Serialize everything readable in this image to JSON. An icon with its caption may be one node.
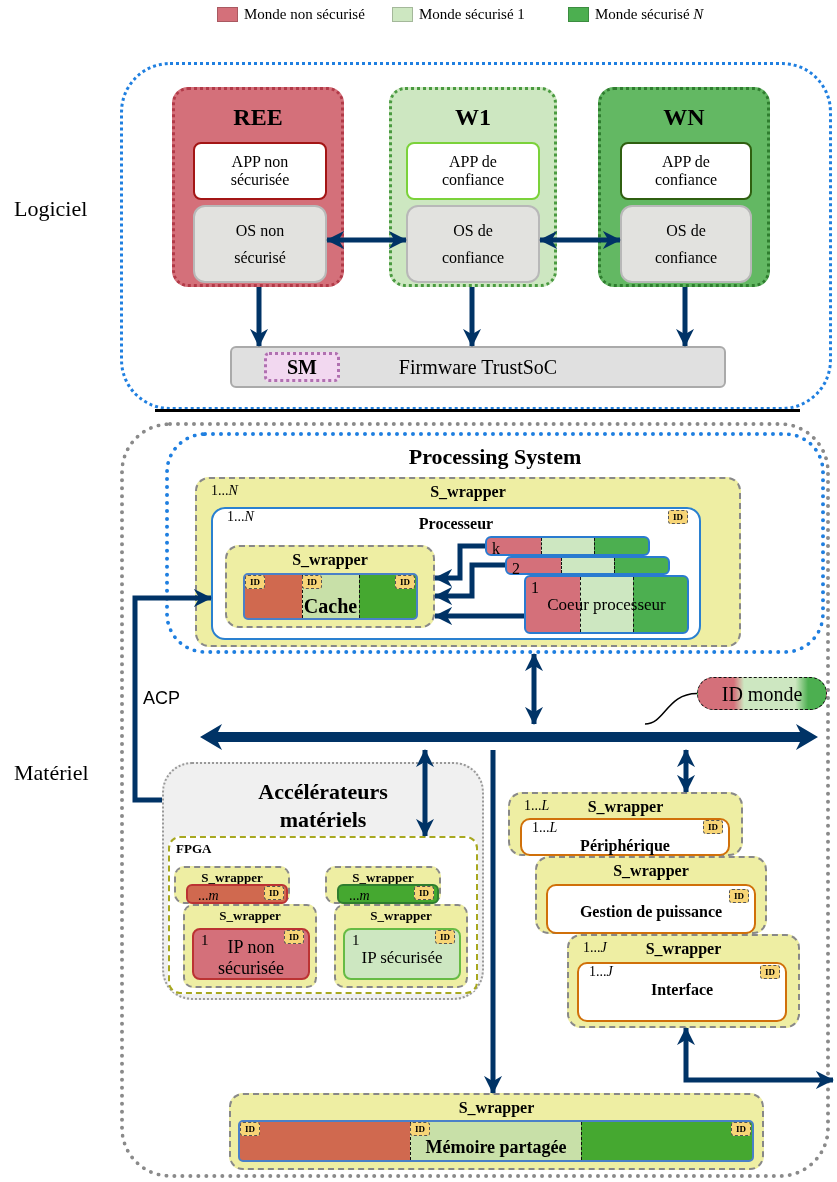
{
  "diagram": {
    "nodes": [
      {
        "text": [],
        "shape": "box",
        "beside": [
          "Logiciel"
        ]
      },
      {
        "text": [
          "REE"
        ],
        "in": 0
      },
      {
        "text": [
          "APP non sécurisée"
        ],
        "in": 1
      },
      {
        "text": [
          "OS non sécurisé"
        ],
        "in": 1
      },
      {
        "text": [
          "W1"
        ],
        "in": 0
      },
      {
        "text": [
          "APP de confiance"
        ],
        "in": 4
      },
      {
        "text": [
          "OS de confiance"
        ],
        "in": 4
      },
      {
        "text": [
          "WN"
        ],
        "in": 0
      },
      {
        "text": [
          "APP de confiance"
        ],
        "in": 7
      },
      {
        "text": [
          "OS de confiance"
        ],
        "in": 7
      },
      {
        "text": [
          "Firmware TrustSoC"
        ],
        "in": 0
      },
      {
        "text": [
          "SM"
        ],
        "in": 10
      },
      {
        "text": [],
        "shape": "box",
        "beside": [
          "Matériel"
        ]
      },
      {
        "text": [
          "Processing System"
        ],
        "in": 12
      },
      {
        "text": [
          "1...*N*",
          "S_wrapper"
        ],
        "in": 13
      },
      {
        "text": [
          "1...*N*",
          "Processeur"
        ],
        "in": 14
      },
      {
        "text": [
          "ID"
        ],
        "in": 15
      },
      {
        "text": [
          "S_wrapper"
        ],
        "in": 15
      },
      {
        "text": [
          "Cache"
        ],
        "in": 17
      },
      {
        "text": [
          "ID"
        ],
        "in": 18
      },
      {
        "text": [
          "ID"
        ],
        "in": 18
      },
      {
        "text": [
          "ID"
        ],
        "in": 18
      },
      {
        "text": [
          "k"
        ],
        "in": 15
      },
      {
        "text": [
          "2"
        ],
        "in": 15
      },
      {
        "text": [
          "1",
          "Coeur processeur"
        ],
        "in": 15
      },
      {
        "text": [
          "ID monde"
        ],
        "in": 12
      },
      {
        "text": [],
        "shape": "bar",
        "in": 12
      },
      {
        "text": [
          "Accélérateurs matériels"
        ],
        "in": 12
      },
      {
        "text": [
          "FPGA"
        ],
        "in": 27
      },
      {
        "text": [
          "S_wrapper"
        ],
        "in": 28
      },
      {
        "text": [
          "...*m*"
        ],
        "in": 29
      },
      {
        "text": [
          "ID"
        ],
        "in": 30
      },
      {
        "text": [
          "S_wrapper"
        ],
        "in": 28
      },
      {
        "text": [
          "1",
          "IP non sécurisée"
        ],
        "in": 32
      },
      {
        "text": [
          "ID"
        ],
        "in": 33
      },
      {
        "text": [
          "S_wrapper"
        ],
        "in": 28
      },
      {
        "text": [
          "...*m*"
        ],
        "in": 35
      },
      {
        "text": [
          "ID"
        ],
        "in": 36
      },
      {
        "text": [
          "S_wrapper"
        ],
        "in": 28
      },
      {
        "text": [
          "1",
          "IP sécurisée"
        ],
        "in": 38
      },
      {
        "text": [
          "ID"
        ],
        "in": 39
      },
      {
        "text": [
          "1...*L*",
          "S_wrapper"
        ],
        "in": 12
      },
      {
        "text": [
          "1...*L*",
          "Périphérique"
        ],
        "in": 41
      },
      {
        "text": [
          "ID"
        ],
        "in": 42
      },
      {
        "text": [
          "S_wrapper"
        ],
        "in": 12
      },
      {
        "text": [
          "Gestion de puissance"
        ],
        "in": 44
      },
      {
        "text": [
          "ID"
        ],
        "in": 45
      },
      {
        "text": [
          "1...*J*",
          "S_wrapper"
        ],
        "in": 12
      },
      {
        "text": [
          "1...*J*",
          "Interface"
        ],
        "in": 47
      },
      {
        "text": [
          "ID"
        ],
        "in": 48
      },
      {
        "text": [
          "S_wrapper"
        ],
        "in": 12
      },
      {
        "text": [
          "Mémoire partagée"
        ],
        "in": 50
      },
      {
        "text": [
          "ID"
        ],
        "in": 51
      },
      {
        "text": [
          "ID"
        ],
        "in": 51
      },
      {
        "text": [
          "ID"
        ],
        "in": 51
      }
    ],
    "edges": [
      {
        "from": 3,
        "to": 6,
        "arrow": "both"
      },
      {
        "from": 6,
        "to": 9,
        "arrow": "both"
      },
      {
        "from": 1,
        "to": 10,
        "arrow": "to"
      },
      {
        "from": 4,
        "to": 10,
        "arrow": "to"
      },
      {
        "from": 7,
        "to": 10,
        "arrow": "to"
      },
      {
        "from": 22,
        "to": 17,
        "arrow": "to"
      },
      {
        "from": 23,
        "to": 17,
        "arrow": "to"
      },
      {
        "from": 24,
        "to": 17,
        "arrow": "to"
      },
      {
        "from": 27,
        "to": 15,
        "arrow": "to",
        "label": "ACP"
      },
      {
        "from": 13,
        "to": 26,
        "arrow": "both"
      },
      {
        "from": 26,
        "to": 28,
        "arrow": "both"
      },
      {
        "from": 26,
        "to": 41,
        "arrow": "both"
      },
      {
        "from": 26,
        "to": 50,
        "arrow": "to"
      },
      {
        "from": 47,
        "to": null,
        "arrow": "both"
      },
      {
        "from": 25,
        "to": 26,
        "arrow": "none",
        "color": "#000000"
      }
    ],
    "legend": [
      {
        "text": "Monde non sécurisé",
        "color": "#d4707a"
      },
      {
        "text": "Monde sécurisé 1",
        "color": "#cde7c1"
      },
      {
        "text": "Monde sécurisé *N*",
        "color": "#4caf50"
      }
    ]
  }
}
